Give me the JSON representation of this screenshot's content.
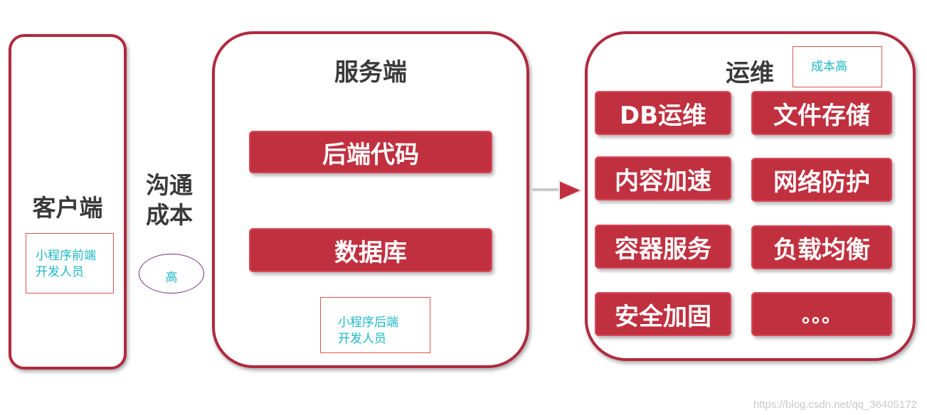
{
  "client": {
    "title": "客户端",
    "note": [
      "小程序前端",
      "开发人员"
    ]
  },
  "communication": {
    "line1": "沟通",
    "line2": "成本",
    "level": "高"
  },
  "server": {
    "title": "服务端",
    "items": [
      "后端代码",
      "数据库"
    ],
    "note": [
      "小程序后端",
      "开发人员"
    ]
  },
  "ops": {
    "title": "运维",
    "cost_note": "成本高",
    "items": [
      "DB运维",
      "文件存储",
      "内容加速",
      "网络防护",
      "容器服务",
      "负载均衡",
      "安全加固",
      "。。。"
    ]
  },
  "watermark": "https://blog.csdn.net/qq_36405172",
  "colors": {
    "border": "#b02a3f",
    "button": "#c1303f",
    "note_text": "#1fb7c6",
    "note_border": "#e0524e",
    "ellipse": "#7b2b7b"
  }
}
